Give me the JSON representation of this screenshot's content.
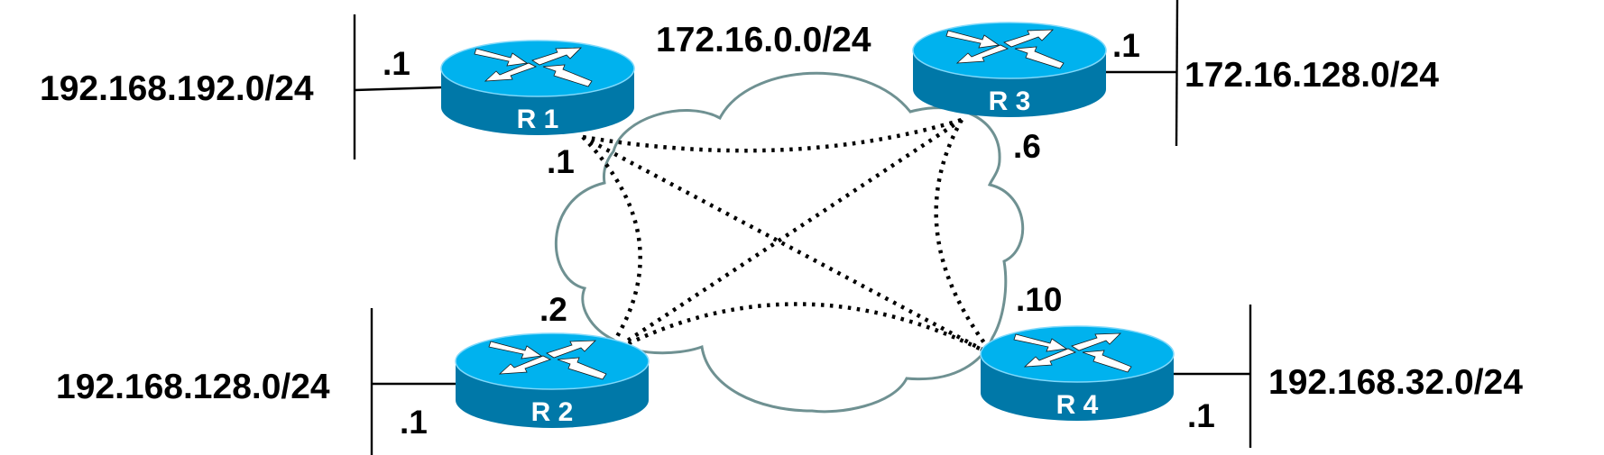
{
  "diagram": {
    "type": "network-topology",
    "colors": {
      "router_top": "#00b2ee",
      "router_side": "#0078a8",
      "router_rim": "#7fd8fa",
      "router_arrows": "#ffffff",
      "cloud_stroke": "#6f9192",
      "virtual_circuit": "#000000",
      "text": "#000000"
    },
    "cloud": {
      "network_label": "172.16.0.0/24"
    },
    "routers": [
      {
        "id": "R1",
        "label": "R 1",
        "lan_network": "192.168.192.0/24",
        "lan_interface": ".1",
        "wan_interface": ".1",
        "icon": "router-icon"
      },
      {
        "id": "R2",
        "label": "R 2",
        "lan_network": "192.168.128.0/24",
        "lan_interface": ".1",
        "wan_interface": ".2",
        "icon": "router-icon"
      },
      {
        "id": "R3",
        "label": "R 3",
        "lan_network": "172.16.128.0/24",
        "lan_interface": ".1",
        "wan_interface": ".6",
        "icon": "router-icon"
      },
      {
        "id": "R4",
        "label": "R 4",
        "lan_network": "192.168.32.0/24",
        "lan_interface": ".1",
        "wan_interface": ".10",
        "icon": "router-icon"
      }
    ],
    "virtual_circuits": [
      {
        "from": "R1",
        "to": "R3",
        "style": "dotted"
      },
      {
        "from": "R1",
        "to": "R2",
        "style": "dotted"
      },
      {
        "from": "R1",
        "to": "R4",
        "style": "dotted"
      },
      {
        "from": "R3",
        "to": "R2",
        "style": "dotted"
      },
      {
        "from": "R3",
        "to": "R4",
        "style": "dotted"
      },
      {
        "from": "R2",
        "to": "R4",
        "style": "dotted"
      }
    ]
  }
}
